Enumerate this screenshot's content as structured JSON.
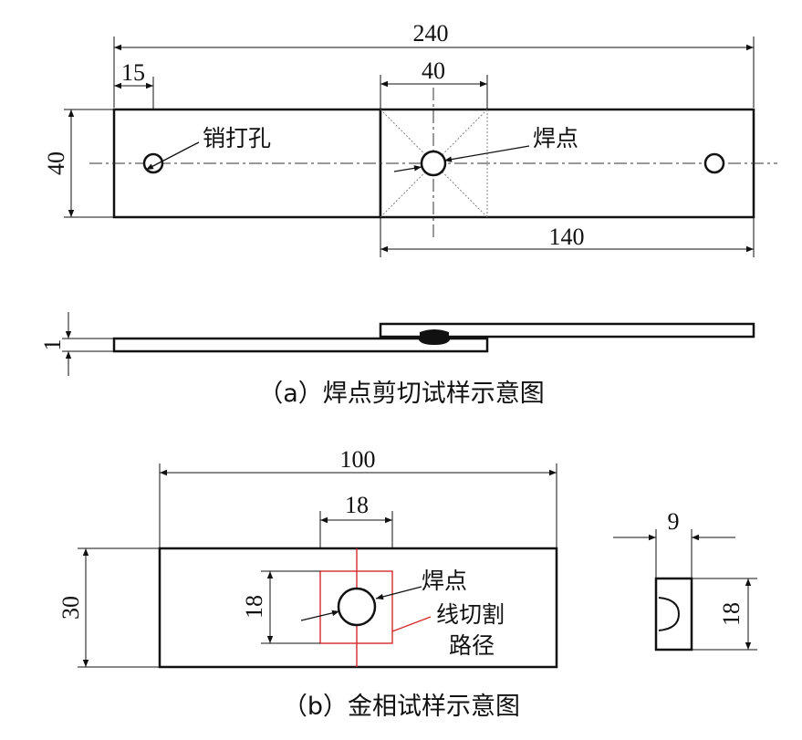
{
  "figure_a": {
    "dim_total_length": "240",
    "dim_pin_offset": "15",
    "dim_weld_zone": "40",
    "dim_width": "40",
    "dim_right_length": "140",
    "dim_thickness": "1",
    "label_pin_hole": "销打孔",
    "label_weld_spot": "焊点",
    "caption": "（a）焊点剪切试样示意图"
  },
  "figure_b": {
    "dim_length": "100",
    "dim_square_width": "18",
    "dim_height": "30",
    "dim_square_height": "18",
    "label_weld_spot": "焊点",
    "label_cut_path_line1": "线切割",
    "label_cut_path_line2": "路径",
    "dim_side_width": "9",
    "dim_side_height": "18",
    "caption": "（b）金相试样示意图"
  },
  "colors": {
    "line": "#111111",
    "cut_path": "#d42a2a"
  }
}
